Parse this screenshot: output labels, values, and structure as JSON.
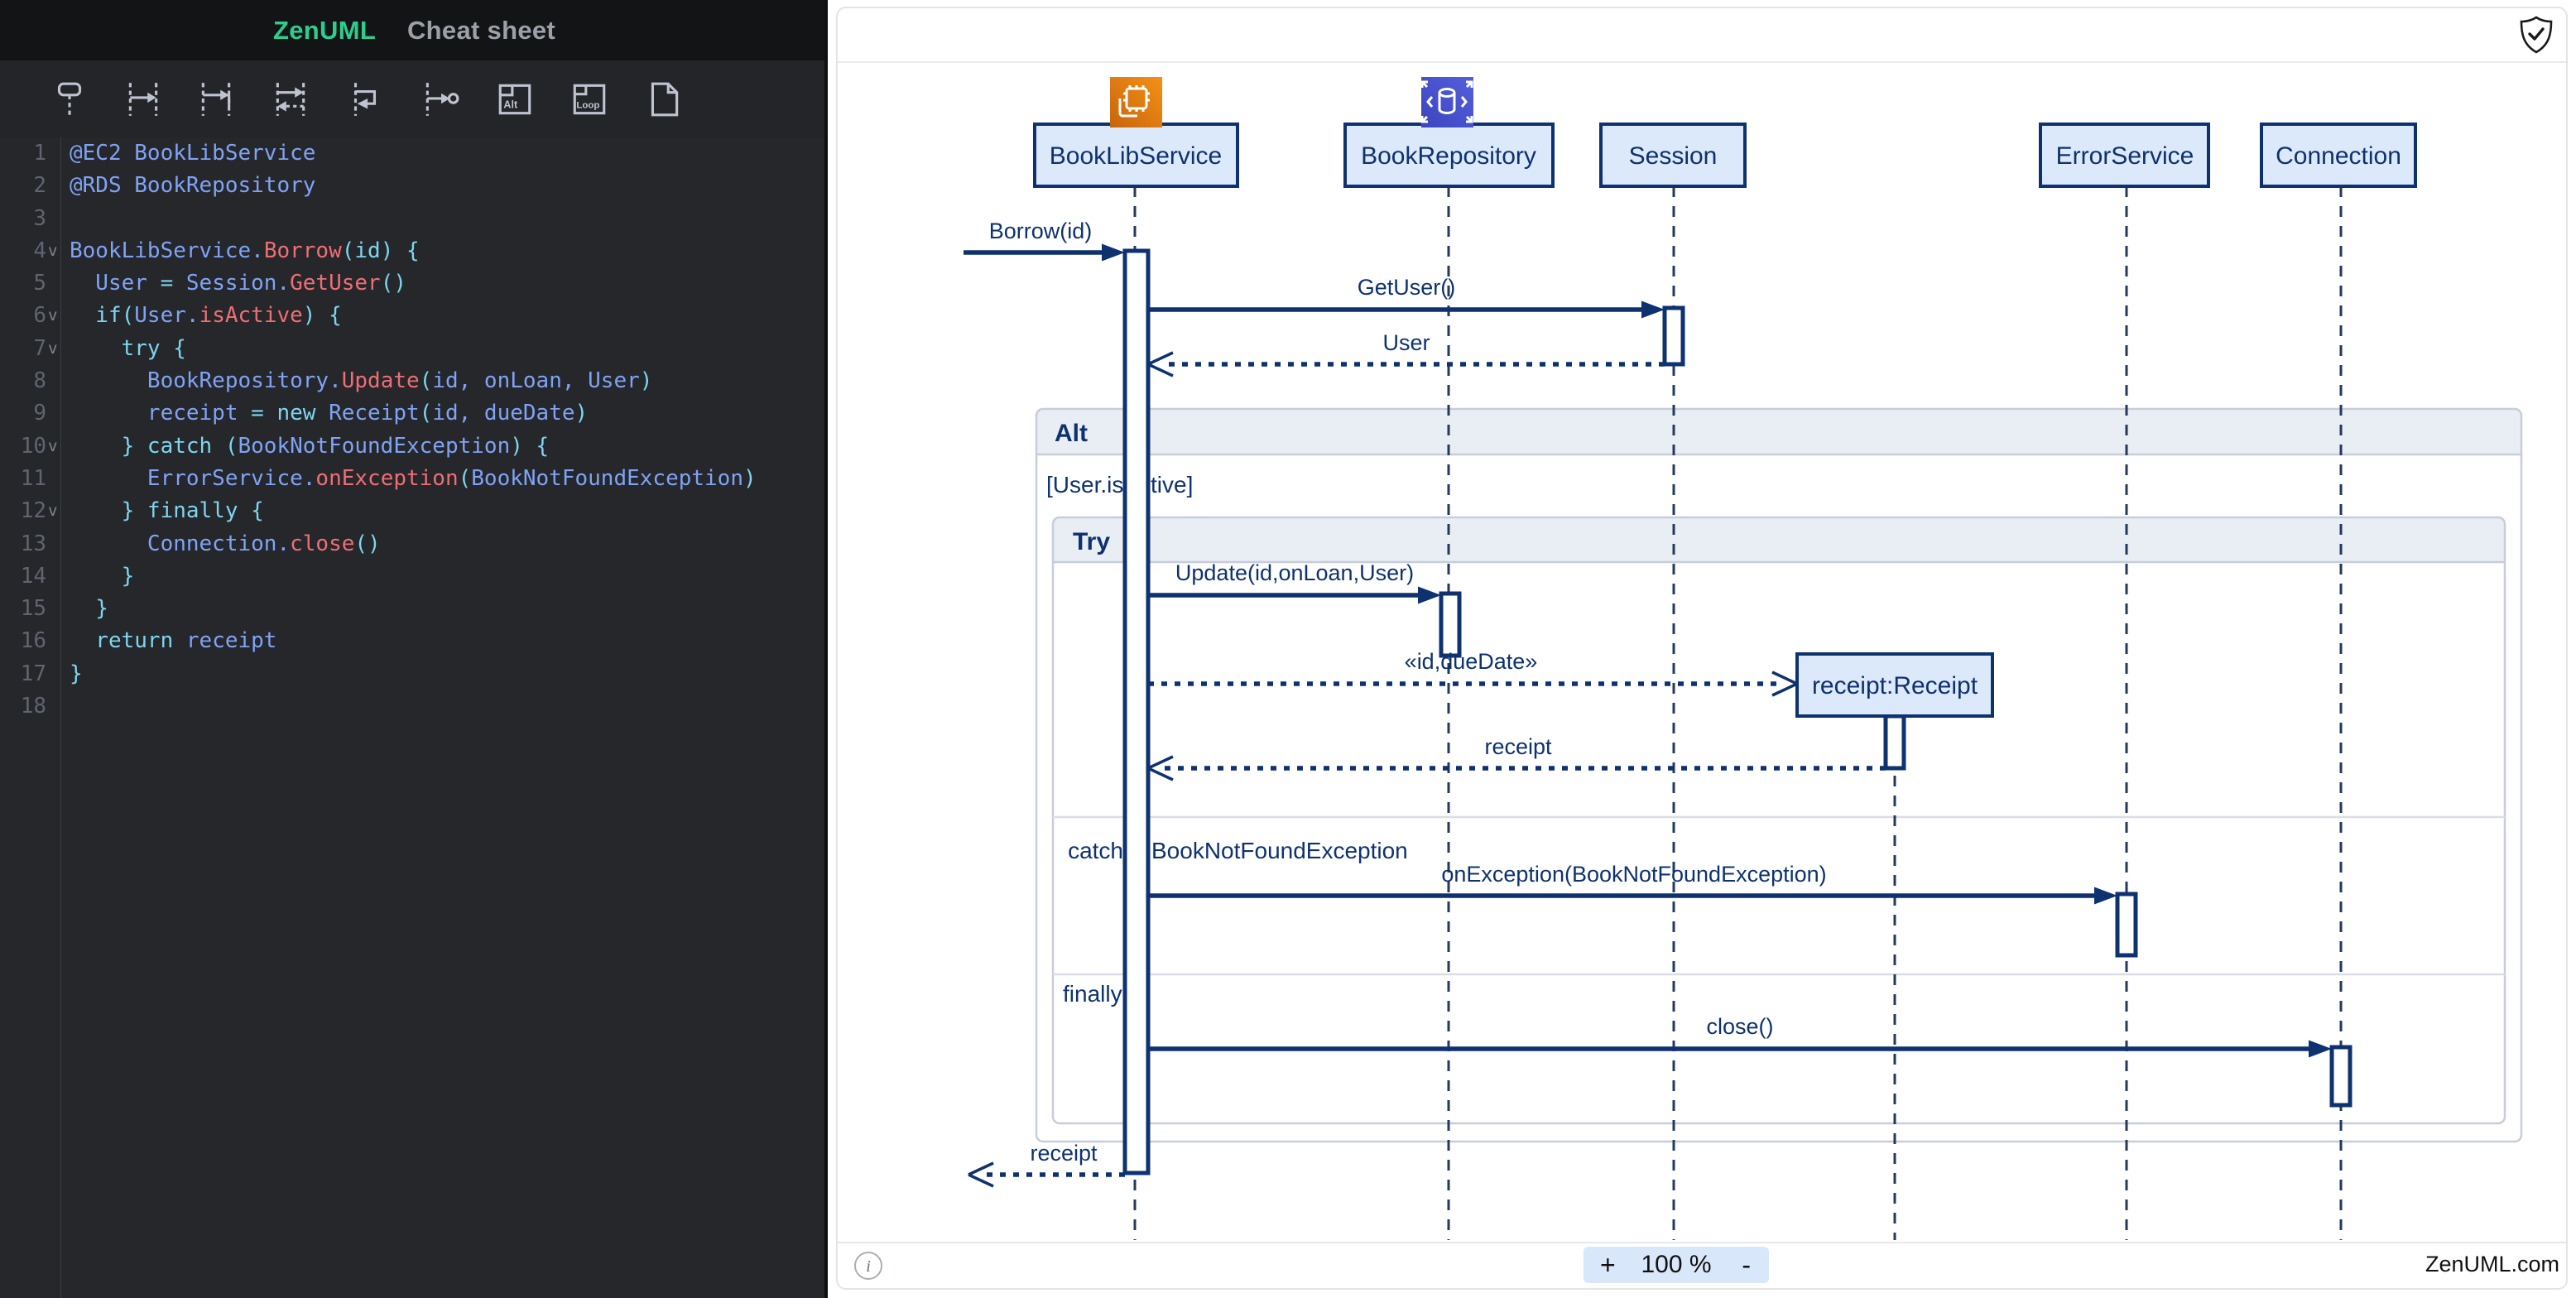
{
  "editor": {
    "tabs": [
      {
        "label": "ZenUML",
        "active": true,
        "color": "#2ECD8D"
      },
      {
        "label": "Cheat sheet",
        "active": false,
        "color": "#9CA1A8"
      }
    ],
    "toolbar_icons": [
      "participant",
      "sync-message",
      "async-message",
      "return-message",
      "self-message",
      "found-message",
      "alt-fragment",
      "loop-fragment",
      "new-document"
    ],
    "alt_icon_text": "Alt",
    "loop_icon_text": "Loop",
    "lines": [
      {
        "num": 1,
        "fold": false,
        "segments": [
          [
            "@EC2 BookLibService",
            "b"
          ]
        ]
      },
      {
        "num": 2,
        "fold": false,
        "segments": [
          [
            "@RDS BookRepository",
            "b"
          ]
        ]
      },
      {
        "num": 3,
        "fold": false,
        "segments": []
      },
      {
        "num": 4,
        "fold": true,
        "segments": [
          [
            "BookLibService.",
            "b"
          ],
          [
            "Borrow",
            "r"
          ],
          [
            "(id) {",
            "c"
          ]
        ]
      },
      {
        "num": 5,
        "fold": false,
        "segments": [
          [
            "  User ",
            "b"
          ],
          [
            "= ",
            "c"
          ],
          [
            "Session.",
            "b"
          ],
          [
            "GetUser",
            "r"
          ],
          [
            "()",
            "c"
          ]
        ]
      },
      {
        "num": 6,
        "fold": true,
        "segments": [
          [
            "  if",
            "c"
          ],
          [
            "(",
            "c"
          ],
          [
            "User.",
            "b"
          ],
          [
            "isActive",
            "r"
          ],
          [
            ") {",
            "c"
          ]
        ]
      },
      {
        "num": 7,
        "fold": true,
        "segments": [
          [
            "    try {",
            "c"
          ]
        ]
      },
      {
        "num": 8,
        "fold": false,
        "segments": [
          [
            "      BookRepository.",
            "b"
          ],
          [
            "Update",
            "r"
          ],
          [
            "(",
            "c"
          ],
          [
            "id, onLoan, User",
            "b"
          ],
          [
            ")",
            "c"
          ]
        ]
      },
      {
        "num": 9,
        "fold": false,
        "segments": [
          [
            "      receipt ",
            "b"
          ],
          [
            "= new ",
            "c"
          ],
          [
            "Receipt",
            "b"
          ],
          [
            "(",
            "c"
          ],
          [
            "id, dueDate",
            "b"
          ],
          [
            ")",
            "c"
          ]
        ]
      },
      {
        "num": 10,
        "fold": true,
        "segments": [
          [
            "    } catch ",
            "c"
          ],
          [
            "(",
            "c"
          ],
          [
            "BookNotFoundException",
            "b"
          ],
          [
            ") {",
            "c"
          ]
        ]
      },
      {
        "num": 11,
        "fold": false,
        "segments": [
          [
            "      ErrorService.",
            "b"
          ],
          [
            "onException",
            "r"
          ],
          [
            "(",
            "c"
          ],
          [
            "BookNotFoundException",
            "b"
          ],
          [
            ")",
            "c"
          ]
        ]
      },
      {
        "num": 12,
        "fold": true,
        "segments": [
          [
            "    } finally {",
            "c"
          ]
        ]
      },
      {
        "num": 13,
        "fold": false,
        "segments": [
          [
            "      Connection.",
            "b"
          ],
          [
            "close",
            "r"
          ],
          [
            "()",
            "c"
          ]
        ]
      },
      {
        "num": 14,
        "fold": false,
        "segments": [
          [
            "    }",
            "c"
          ]
        ]
      },
      {
        "num": 15,
        "fold": false,
        "segments": [
          [
            "  }",
            "c"
          ]
        ]
      },
      {
        "num": 16,
        "fold": false,
        "segments": [
          [
            "  return ",
            "c"
          ],
          [
            "receipt",
            "b"
          ]
        ]
      },
      {
        "num": 17,
        "fold": false,
        "segments": [
          [
            "}",
            "c"
          ]
        ]
      },
      {
        "num": 18,
        "fold": false,
        "segments": []
      }
    ]
  },
  "diagram": {
    "participants": [
      {
        "label": "BookLibService",
        "icon": "ec2"
      },
      {
        "label": "BookRepository",
        "icon": "rds"
      },
      {
        "label": "Session",
        "icon": null
      },
      {
        "label": "ErrorService",
        "icon": null
      },
      {
        "label": "Connection",
        "icon": null
      }
    ],
    "created": {
      "label": "receipt:Receipt"
    },
    "fragments": {
      "alt": {
        "label": "Alt",
        "condition": "[User.isActive]"
      },
      "try": {
        "label": "Try",
        "catch_label": "catch",
        "catch_exception": "BookNotFoundException",
        "finally_label": "finally"
      }
    },
    "messages": {
      "borrow": "Borrow(id)",
      "getuser": "GetUser()",
      "user": "User",
      "update": "Update(id,onLoan,User)",
      "create": "«id,dueDate»",
      "receipt": "receipt",
      "onexception": "onException(BookNotFoundException)",
      "close": "close()",
      "return_receipt": "receipt"
    },
    "colors": {
      "navy": "#0E3270",
      "participant_fill": "#DCE9FA",
      "fragment_header": "#E9EDF4",
      "fragment_border": "#C7CDD9",
      "ec2_orange": "#E4790F",
      "rds_indigo": "#4650C9"
    }
  },
  "footer": {
    "info": "i",
    "zoom_in": "+",
    "zoom_value": "100 %",
    "zoom_out": "-",
    "brand": "ZenUML.com"
  }
}
